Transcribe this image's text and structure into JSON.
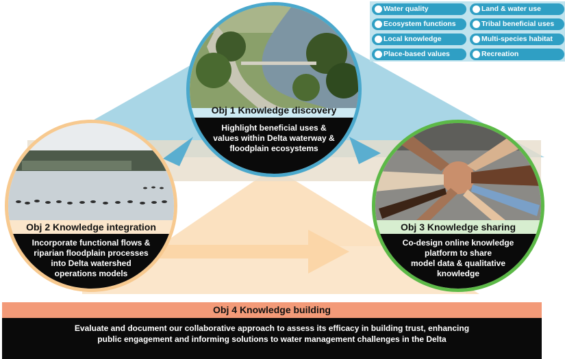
{
  "tags": [
    "Water quality",
    "Land & water use",
    "Ecosystem functions",
    "Tribal beneficial uses",
    "Local knowledge",
    "Multi-species habitat",
    "Place-based values",
    "Recreation"
  ],
  "obj1": {
    "title": "Obj 1  Knowledge discovery",
    "line1": "Highlight beneficial uses &",
    "line2": "values within Delta waterway &",
    "line3": "floodplain ecosystems"
  },
  "obj2": {
    "title": "Obj 2  Knowledge integration",
    "line1": "Incorporate functional flows &",
    "line2": "riparian floodplain processes",
    "line3": "into Delta watershed",
    "line4": "operations models"
  },
  "obj3": {
    "title": "Obj 3  Knowledge sharing",
    "line1": "Co-design online knowledge",
    "line2": "platform to share",
    "line3": "model data & qualitative",
    "line4": "knowledge"
  },
  "obj4": {
    "title": "Obj 4  Knowledge building",
    "line1": "Evaluate and document our collaborative approach to assess its efficacy in building trust, enhancing",
    "line2": "public engagement and informing solutions to water management challenges in the Delta"
  },
  "colors": {
    "obj1": "#4aa8cc",
    "obj2": "#f7c98f",
    "obj3": "#5cb947",
    "obj4": "#f39a78",
    "tag": "#2f9fc4"
  }
}
